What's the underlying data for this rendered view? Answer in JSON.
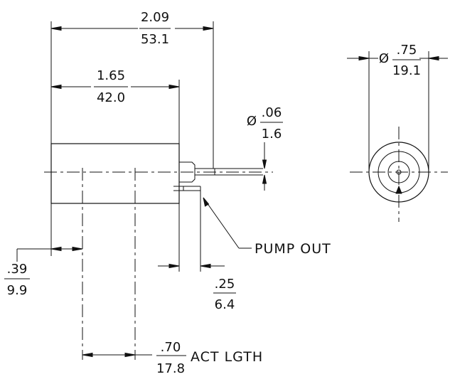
{
  "dimensions": {
    "overall_length": {
      "inch": "2.09",
      "mm": "53.1"
    },
    "body_length": {
      "inch": "1.65",
      "mm": "42.0"
    },
    "tube_diameter": {
      "symbol": "Ø",
      "inch": ".06",
      "mm": "1.6"
    },
    "outer_diameter": {
      "symbol": "Ø",
      "inch": ".75",
      "mm": "19.1"
    },
    "left_offset": {
      "inch": ".39",
      "mm": "9.9"
    },
    "pump_out_offset": {
      "inch": ".25",
      "mm": "6.4"
    },
    "active_length": {
      "inch": ".70",
      "mm": "17.8",
      "suffix": "ACT LGTH"
    }
  },
  "callouts": {
    "pump_out": "PUMP OUT"
  }
}
